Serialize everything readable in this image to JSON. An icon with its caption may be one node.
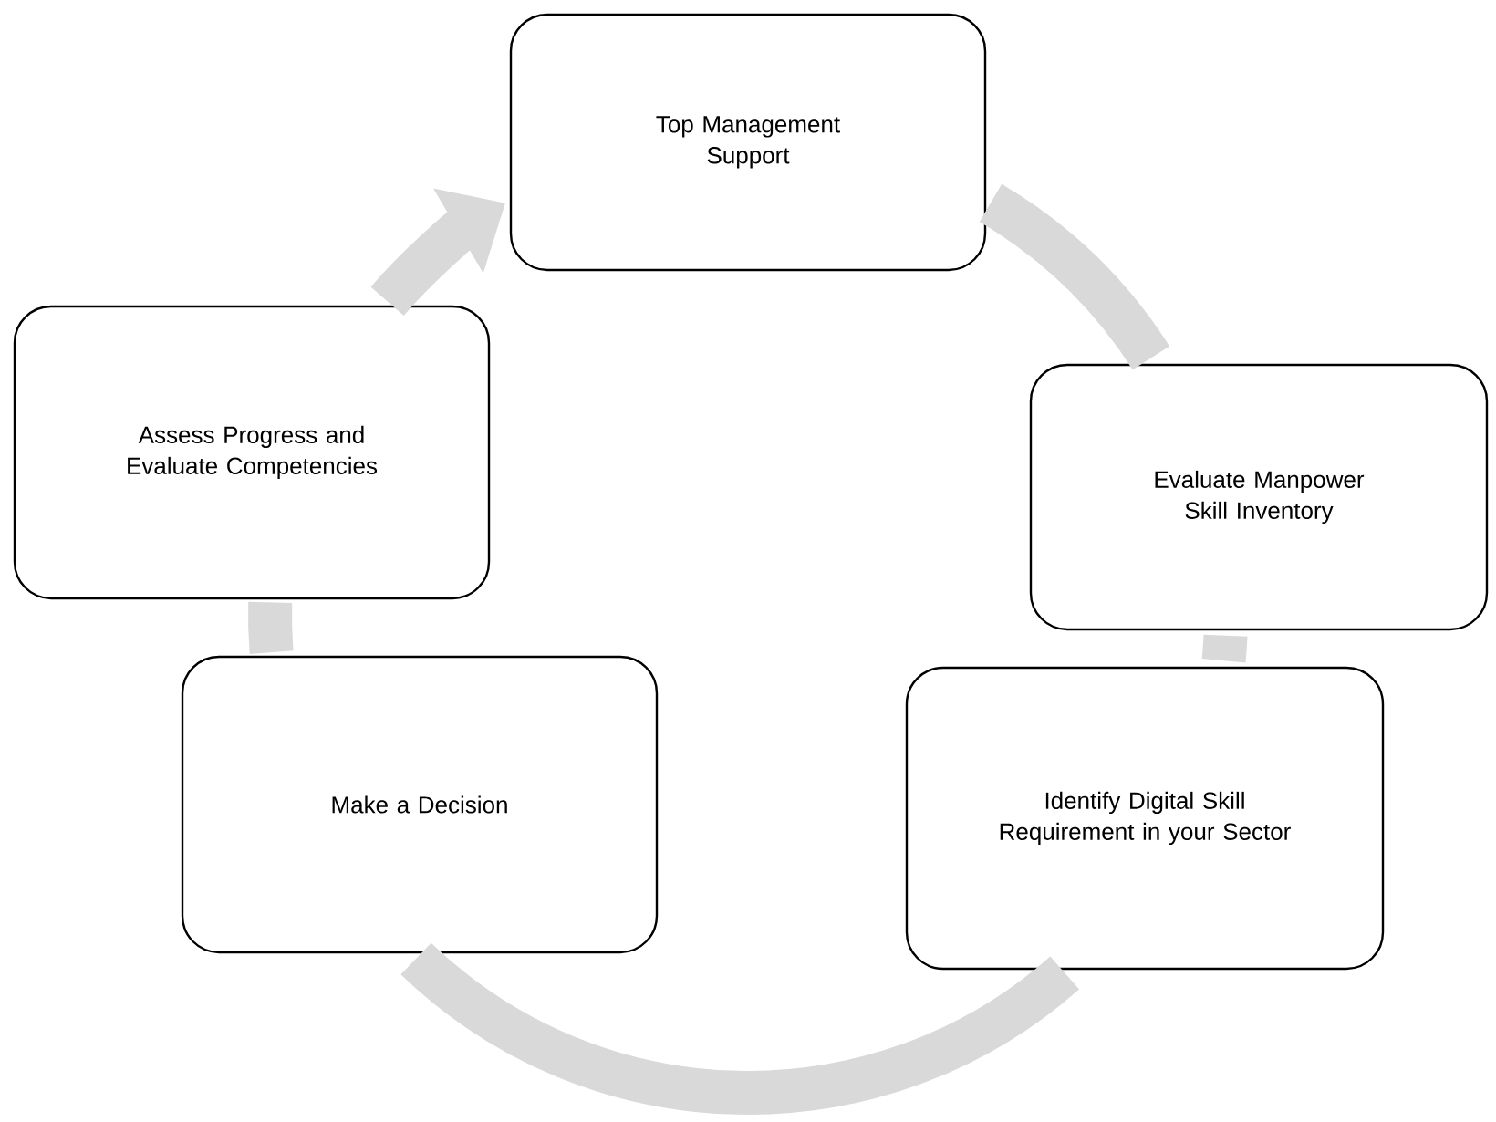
{
  "diagram": {
    "nodes": [
      {
        "text": [
          "Top Management Support"
        ]
      },
      {
        "text": [
          "Evaluate Manpower Skill Inventory"
        ]
      },
      {
        "text": [
          "Identify Digital Skill Requirement in your Sector"
        ]
      },
      {
        "text": [
          "Make a Decision"
        ]
      },
      {
        "text": [
          "Assess Progress and Evaluate Competencies"
        ]
      }
    ],
    "edges": [
      {
        "from": 0,
        "to": 1,
        "arrow": "none"
      },
      {
        "from": 1,
        "to": 2,
        "arrow": "none"
      },
      {
        "from": 2,
        "to": 3,
        "arrow": "none"
      },
      {
        "from": 3,
        "to": 4,
        "arrow": "none"
      },
      {
        "from": 4,
        "to": 0,
        "arrow": "to"
      }
    ]
  }
}
